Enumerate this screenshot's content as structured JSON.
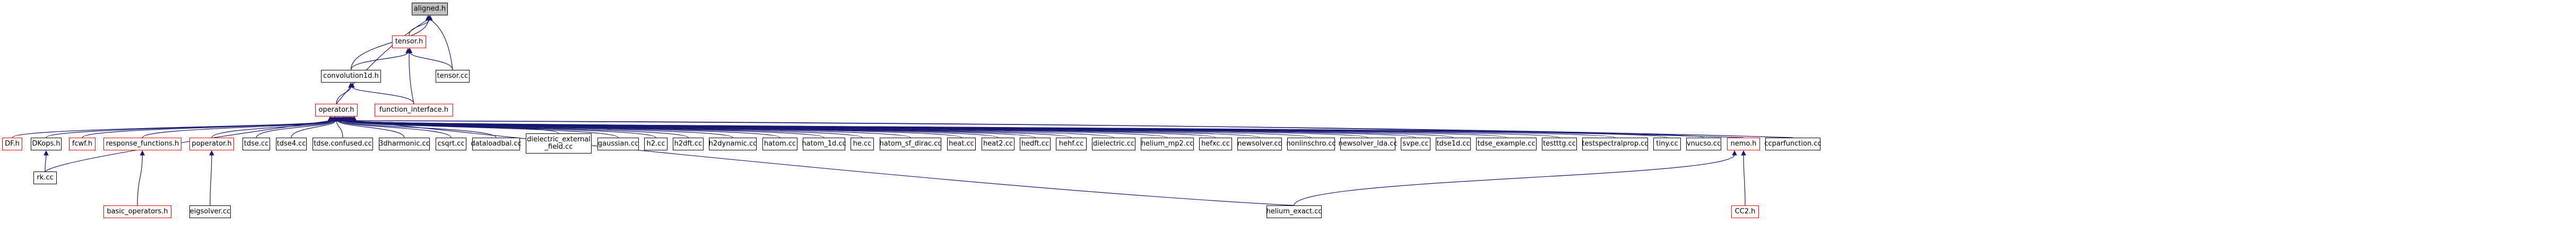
{
  "graph": {
    "nodes": [
      {
        "id": "aligned_h",
        "label": "aligned.h",
        "root": true
      },
      {
        "id": "tensor_h",
        "label": "tensor.h",
        "incomplete": true
      },
      {
        "id": "convolution1d_h",
        "label": "convolution1d.h"
      },
      {
        "id": "tensor_cc",
        "label": "tensor.cc"
      },
      {
        "id": "operator_h",
        "label": "operator.h",
        "incomplete": true
      },
      {
        "id": "function_interface_h",
        "label": "function_interface.h",
        "incomplete": true
      },
      {
        "id": "DF_h",
        "label": "DF.h",
        "incomplete": true
      },
      {
        "id": "DKops_h",
        "label": "DKops.h"
      },
      {
        "id": "fcwf_h",
        "label": "fcwf.h",
        "incomplete": true
      },
      {
        "id": "response_functions_h",
        "label": "response_functions.h",
        "incomplete": true
      },
      {
        "id": "poperator_h",
        "label": "poperator.h",
        "incomplete": true
      },
      {
        "id": "tdse_cc",
        "label": "tdse.cc"
      },
      {
        "id": "tdse4_cc",
        "label": "tdse4.cc"
      },
      {
        "id": "tdse_confused_cc",
        "label": "tdse.confused.cc"
      },
      {
        "id": "3dharmonic_cc",
        "label": "3dharmonic.cc"
      },
      {
        "id": "csqrt_cc",
        "label": "csqrt.cc"
      },
      {
        "id": "dataloadbal_cc",
        "label": "dataloadbal.cc"
      },
      {
        "id": "dielectric_external_field_cc",
        "label": "dielectric_external\n_field.cc"
      },
      {
        "id": "gaussian_cc",
        "label": "gaussian.cc"
      },
      {
        "id": "h2_cc",
        "label": "h2.cc"
      },
      {
        "id": "h2dft_cc",
        "label": "h2dft.cc"
      },
      {
        "id": "h2dynamic_cc",
        "label": "h2dynamic.cc"
      },
      {
        "id": "hatom_cc",
        "label": "hatom.cc"
      },
      {
        "id": "hatom_1d_cc",
        "label": "hatom_1d.cc"
      },
      {
        "id": "he_cc",
        "label": "he.cc"
      },
      {
        "id": "hatom_sf_dirac_cc",
        "label": "hatom_sf_dirac.cc"
      },
      {
        "id": "heat_cc",
        "label": "heat.cc"
      },
      {
        "id": "heat2_cc",
        "label": "heat2.cc"
      },
      {
        "id": "hedft_cc",
        "label": "hedft.cc"
      },
      {
        "id": "hehf_cc",
        "label": "hehf.cc"
      },
      {
        "id": "dielectric_cc",
        "label": "dielectric.cc"
      },
      {
        "id": "helium_mp2_cc",
        "label": "helium_mp2.cc"
      },
      {
        "id": "hefxc_cc",
        "label": "hefxc.cc"
      },
      {
        "id": "newsolver_cc",
        "label": "newsolver.cc"
      },
      {
        "id": "nonlinschro_cc",
        "label": "nonlinschro.cc"
      },
      {
        "id": "newsolver_lda_cc",
        "label": "newsolver_lda.cc"
      },
      {
        "id": "svpe_cc",
        "label": "svpe.cc"
      },
      {
        "id": "tdse1d_cc",
        "label": "tdse1d.cc"
      },
      {
        "id": "tdse_example_cc",
        "label": "tdse_example.cc"
      },
      {
        "id": "testttg_cc",
        "label": "testttg.cc"
      },
      {
        "id": "testspectralprop_cc",
        "label": "testspectralprop.cc"
      },
      {
        "id": "tiny_cc",
        "label": "tiny.cc"
      },
      {
        "id": "vnucso_cc",
        "label": "vnucso.cc"
      },
      {
        "id": "nemo_h",
        "label": "nemo.h",
        "incomplete": true
      },
      {
        "id": "ccparfunction_cc",
        "label": "ccparfunction.cc"
      },
      {
        "id": "rk_cc",
        "label": "rk.cc"
      },
      {
        "id": "basic_operators_h",
        "label": "basic_operators.h",
        "incomplete": true
      },
      {
        "id": "eigsolver_cc",
        "label": "eigsolver.cc"
      },
      {
        "id": "helium_exact_cc",
        "label": "helium_exact.cc"
      },
      {
        "id": "CC2_h",
        "label": "CC2.h",
        "incomplete": true
      }
    ],
    "edges": [
      [
        "tensor_h",
        "aligned_h"
      ],
      [
        "convolution1d_h",
        "aligned_h"
      ],
      [
        "tensor_cc",
        "aligned_h"
      ],
      [
        "operator_h",
        "aligned_h"
      ],
      [
        "convolution1d_h",
        "tensor_h"
      ],
      [
        "function_interface_h",
        "tensor_h"
      ],
      [
        "tensor_cc",
        "tensor_h"
      ],
      [
        "operator_h",
        "convolution1d_h"
      ],
      [
        "function_interface_h",
        "convolution1d_h"
      ],
      [
        "DF_h",
        "operator_h"
      ],
      [
        "DKops_h",
        "operator_h"
      ],
      [
        "fcwf_h",
        "operator_h"
      ],
      [
        "response_functions_h",
        "operator_h"
      ],
      [
        "poperator_h",
        "operator_h"
      ],
      [
        "tdse_cc",
        "operator_h"
      ],
      [
        "tdse4_cc",
        "operator_h"
      ],
      [
        "tdse_confused_cc",
        "operator_h"
      ],
      [
        "3dharmonic_cc",
        "operator_h"
      ],
      [
        "csqrt_cc",
        "operator_h"
      ],
      [
        "dataloadbal_cc",
        "operator_h"
      ],
      [
        "dielectric_external_field_cc",
        "operator_h"
      ],
      [
        "gaussian_cc",
        "operator_h"
      ],
      [
        "h2_cc",
        "operator_h"
      ],
      [
        "h2dft_cc",
        "operator_h"
      ],
      [
        "h2dynamic_cc",
        "operator_h"
      ],
      [
        "hatom_cc",
        "operator_h"
      ],
      [
        "hatom_1d_cc",
        "operator_h"
      ],
      [
        "he_cc",
        "operator_h"
      ],
      [
        "hatom_sf_dirac_cc",
        "operator_h"
      ],
      [
        "heat_cc",
        "operator_h"
      ],
      [
        "heat2_cc",
        "operator_h"
      ],
      [
        "hedft_cc",
        "operator_h"
      ],
      [
        "hehf_cc",
        "operator_h"
      ],
      [
        "dielectric_cc",
        "operator_h"
      ],
      [
        "helium_mp2_cc",
        "operator_h"
      ],
      [
        "hefxc_cc",
        "operator_h"
      ],
      [
        "newsolver_cc",
        "operator_h"
      ],
      [
        "nonlinschro_cc",
        "operator_h"
      ],
      [
        "newsolver_lda_cc",
        "operator_h"
      ],
      [
        "svpe_cc",
        "operator_h"
      ],
      [
        "tdse1d_cc",
        "operator_h"
      ],
      [
        "tdse_example_cc",
        "operator_h"
      ],
      [
        "testttg_cc",
        "operator_h"
      ],
      [
        "testspectralprop_cc",
        "operator_h"
      ],
      [
        "tiny_cc",
        "operator_h"
      ],
      [
        "vnucso_cc",
        "operator_h"
      ],
      [
        "nemo_h",
        "operator_h"
      ],
      [
        "ccparfunction_cc",
        "operator_h"
      ],
      [
        "rk_cc",
        "operator_h"
      ],
      [
        "helium_exact_cc",
        "operator_h"
      ],
      [
        "rk_cc",
        "DKops_h"
      ],
      [
        "basic_operators_h",
        "response_functions_h"
      ],
      [
        "eigsolver_cc",
        "poperator_h"
      ],
      [
        "helium_exact_cc",
        "nemo_h"
      ],
      [
        "CC2_h",
        "nemo_h"
      ]
    ]
  }
}
